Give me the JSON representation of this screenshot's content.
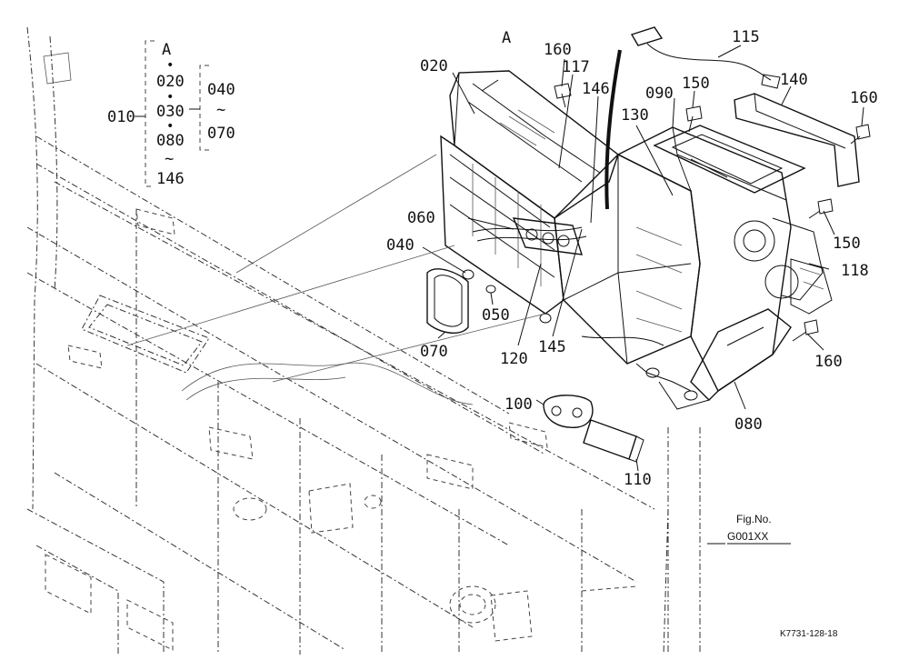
{
  "diagram": {
    "figure": {
      "caption": "Fig.No.",
      "number": "G001XX"
    },
    "code": "K7731-128-18",
    "hierarchy": {
      "root": "010",
      "group": [
        "A",
        "020",
        "030",
        "080",
        "146"
      ],
      "subgroup": [
        "040",
        "070"
      ],
      "dot": "•",
      "tilde": "~"
    },
    "callouts": {
      "c_A": "A",
      "c_160a": "160",
      "c_020": "020",
      "c_117": "117",
      "c_146": "146",
      "c_115": "115",
      "c_090": "090",
      "c_150a": "150",
      "c_140": "140",
      "c_160b": "160",
      "c_130": "130",
      "c_060": "060",
      "c_040": "040",
      "c_050": "050",
      "c_070": "070",
      "c_120": "120",
      "c_145": "145",
      "c_150b": "150",
      "c_118": "118",
      "c_160c": "160",
      "c_100": "100",
      "c_080": "080",
      "c_110": "110"
    }
  }
}
